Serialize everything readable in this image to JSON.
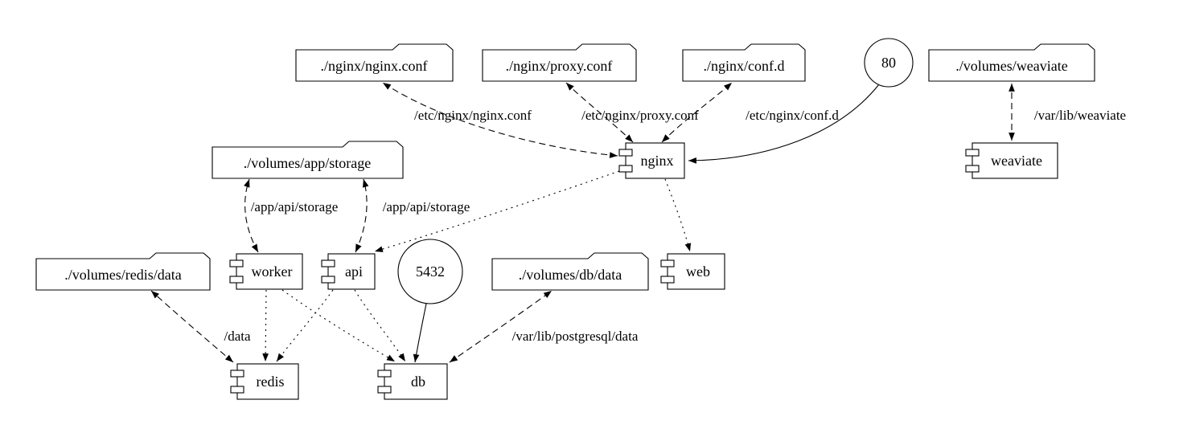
{
  "diagram": {
    "kind": "docker-compose-graph",
    "colors": {
      "stroke": "#000000",
      "background": "#ffffff"
    },
    "nodes": {
      "nginx_conf": {
        "label": "./nginx/nginx.conf",
        "shape": "folder"
      },
      "proxy_conf": {
        "label": "./nginx/proxy.conf",
        "shape": "folder"
      },
      "conf_d": {
        "label": "./nginx/conf.d",
        "shape": "folder"
      },
      "port_80": {
        "label": "80",
        "shape": "circle"
      },
      "volumes_weaviate": {
        "label": "./volumes/weaviate",
        "shape": "folder"
      },
      "volumes_app_storage": {
        "label": "./volumes/app/storage",
        "shape": "folder"
      },
      "nginx": {
        "label": "nginx",
        "shape": "component"
      },
      "weaviate": {
        "label": "weaviate",
        "shape": "component"
      },
      "volumes_redis_data": {
        "label": "./volumes/redis/data",
        "shape": "folder"
      },
      "worker": {
        "label": "worker",
        "shape": "component"
      },
      "api": {
        "label": "api",
        "shape": "component"
      },
      "port_5432": {
        "label": "5432",
        "shape": "circle"
      },
      "volumes_db_data": {
        "label": "./volumes/db/data",
        "shape": "folder"
      },
      "web": {
        "label": "web",
        "shape": "component"
      },
      "redis": {
        "label": "redis",
        "shape": "component"
      },
      "db": {
        "label": "db",
        "shape": "component"
      }
    },
    "edges": {
      "nginx_to_nginx_conf": {
        "from": "nginx",
        "to": "./nginx/nginx.conf",
        "label": "/etc/nginx/nginx.conf",
        "style": "dashed"
      },
      "nginx_to_proxy_conf": {
        "from": "nginx",
        "to": "./nginx/proxy.conf",
        "label": "/etc/nginx/proxy.conf",
        "style": "dashed"
      },
      "nginx_to_conf_d": {
        "from": "nginx",
        "to": "./nginx/conf.d",
        "label": "/etc/nginx/conf.d",
        "style": "dashed"
      },
      "port80_to_nginx": {
        "from": "80",
        "to": "nginx",
        "label": "",
        "style": "solid"
      },
      "weaviate_to_volume": {
        "from": "weaviate",
        "to": "./volumes/weaviate",
        "label": "/var/lib/weaviate",
        "style": "dashed"
      },
      "worker_to_storage": {
        "from": "worker",
        "to": "./volumes/app/storage",
        "label": "/app/api/storage",
        "style": "dashed"
      },
      "api_to_storage": {
        "from": "api",
        "to": "./volumes/app/storage",
        "label": "/app/api/storage",
        "style": "dashed"
      },
      "nginx_to_api": {
        "from": "nginx",
        "to": "api",
        "label": "",
        "style": "dotted"
      },
      "nginx_to_web": {
        "from": "nginx",
        "to": "web",
        "label": "",
        "style": "dotted"
      },
      "worker_to_redis": {
        "from": "worker",
        "to": "redis",
        "label": "",
        "style": "dotted"
      },
      "worker_to_db": {
        "from": "worker",
        "to": "db",
        "label": "",
        "style": "dotted"
      },
      "api_to_redis": {
        "from": "api",
        "to": "redis",
        "label": "",
        "style": "dotted"
      },
      "api_to_db": {
        "from": "api",
        "to": "db",
        "label": "",
        "style": "dotted"
      },
      "port5432_to_db": {
        "from": "5432",
        "to": "db",
        "label": "",
        "style": "solid"
      },
      "redis_to_volume": {
        "from": "redis",
        "to": "./volumes/redis/data",
        "label": "/data",
        "style": "dashed"
      },
      "db_to_volume": {
        "from": "db",
        "to": "./volumes/db/data",
        "label": "/var/lib/postgresql/data",
        "style": "dashed"
      }
    }
  }
}
